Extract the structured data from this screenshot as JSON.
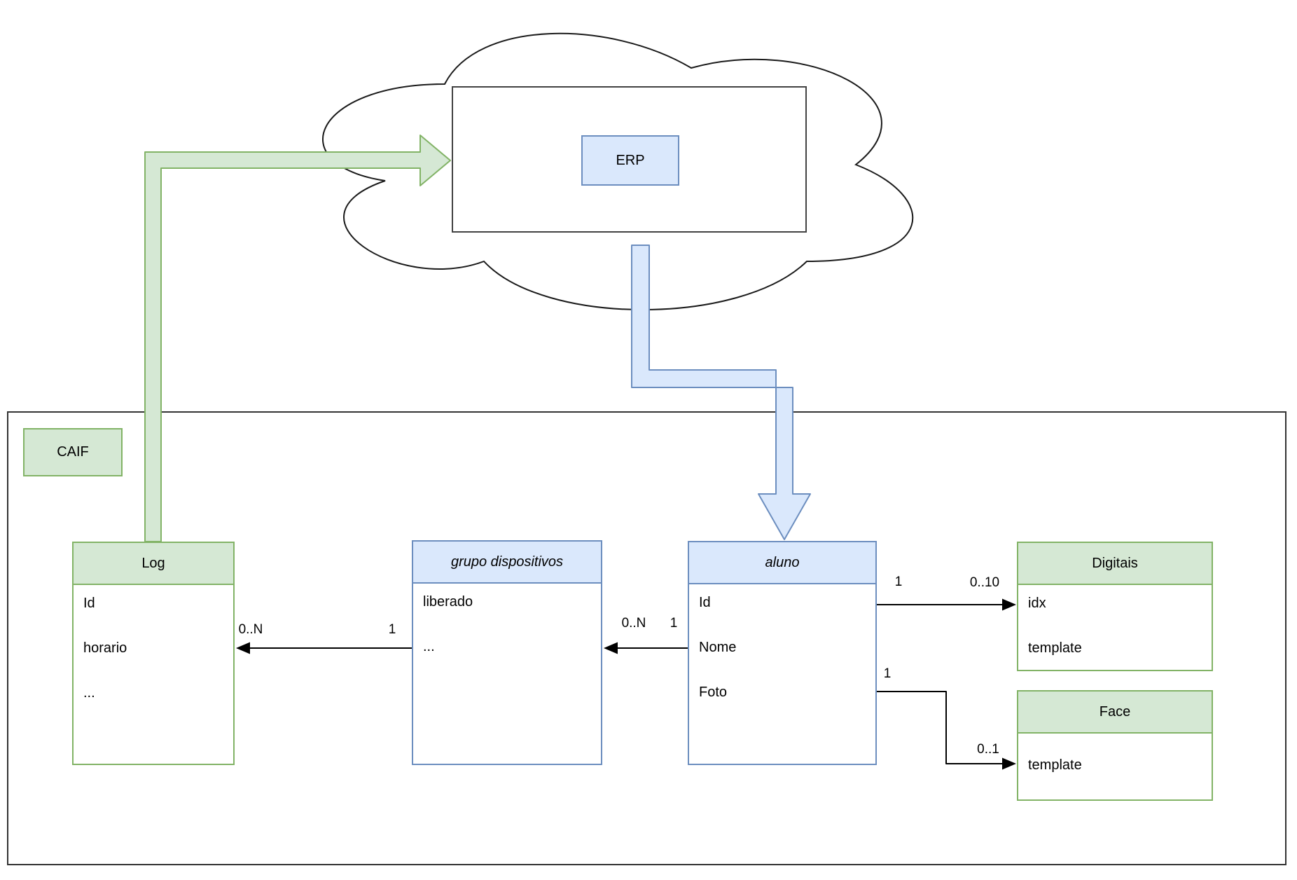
{
  "diagram": {
    "cloud": {
      "erp_label": "ERP"
    },
    "caif": {
      "label": "CAIF"
    },
    "entities": [
      {
        "title": "Log",
        "style": "green",
        "italic": false,
        "fields": [
          "Id",
          "horario",
          "..."
        ]
      },
      {
        "title": "grupo dispositivos",
        "style": "blue",
        "italic": true,
        "fields": [
          "liberado",
          "..."
        ]
      },
      {
        "title": "aluno",
        "style": "blue",
        "italic": true,
        "fields": [
          "Id",
          "Nome",
          "Foto"
        ]
      },
      {
        "title": "Digitais",
        "style": "green",
        "italic": false,
        "fields": [
          "idx",
          "template"
        ]
      },
      {
        "title": "Face",
        "style": "green",
        "italic": false,
        "fields": [
          "template"
        ]
      }
    ],
    "relations": [
      {
        "from": "grupo dispositivos",
        "to": "Log",
        "source_card": "1",
        "target_card": "0..N"
      },
      {
        "from": "aluno",
        "to": "grupo dispositivos",
        "source_card": "1",
        "target_card": "0..N"
      },
      {
        "from": "aluno",
        "to": "Digitais",
        "source_card": "1",
        "target_card": "0..10"
      },
      {
        "from": "aluno",
        "to": "Face",
        "source_card": "1",
        "target_card": "0..1"
      }
    ],
    "colors": {
      "green_fill": "#d5e8d4",
      "green_stroke": "#82b366",
      "blue_fill": "#dae8fc",
      "blue_stroke": "#6c8ebf",
      "line": "#000000",
      "frame": "#424242",
      "background": "#ffffff"
    }
  }
}
